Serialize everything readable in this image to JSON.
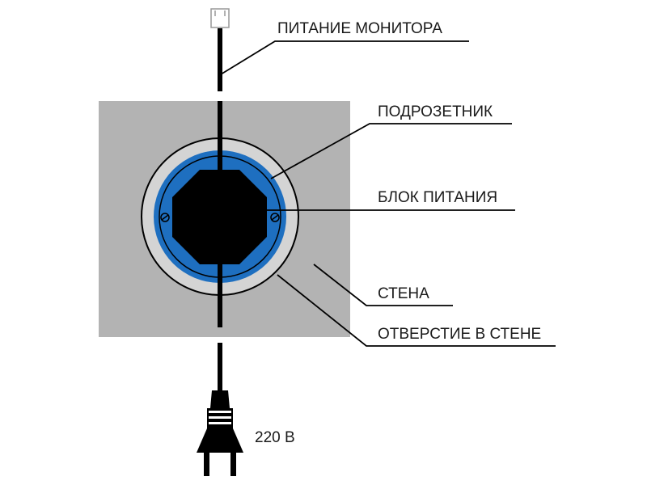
{
  "labels": {
    "monitor_power": "ПИТАНИЕ МОНИТОРА",
    "flush_box": "ПОДРОЗЕТНИК",
    "power_unit": "БЛОК ПИТАНИЯ",
    "wall": "СТЕНА",
    "wall_hole": "ОТВЕРСТИЕ В СТЕНЕ",
    "voltage": "220 В"
  },
  "colors": {
    "wall": "#b3b3b3",
    "hole": "#d4d4d4",
    "flush_box": "#1e6fc0",
    "power_unit": "#000000",
    "lines": "#000000"
  }
}
